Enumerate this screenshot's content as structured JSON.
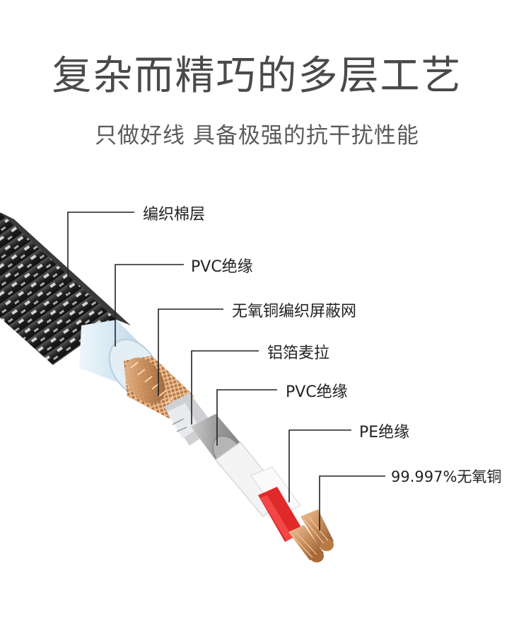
{
  "title": "复杂而精巧的多层工艺",
  "subtitle": "只做好线 具备极强的抗干扰性能",
  "layers": [
    {
      "label": "编织棉层"
    },
    {
      "label": "PVC绝缘"
    },
    {
      "label": "无氧铜编织屏蔽网"
    },
    {
      "label": "铝箔麦拉"
    },
    {
      "label": "PVC绝缘"
    },
    {
      "label": "PE绝缘"
    },
    {
      "label": "99.997%无氧铜"
    }
  ],
  "colors": {
    "braid_outer": "#2b2b2b",
    "braid_fleck": "#e6e6e6",
    "pvc_outer": "#d4e6f1",
    "copper_braid": "#c68a58",
    "foil": "#c9c9cc",
    "pvc_inner": "#9a9a9a",
    "pe_white": "#f4f4f4",
    "red_wire": "#e02a2a",
    "copper_core": "#d08a4d"
  }
}
